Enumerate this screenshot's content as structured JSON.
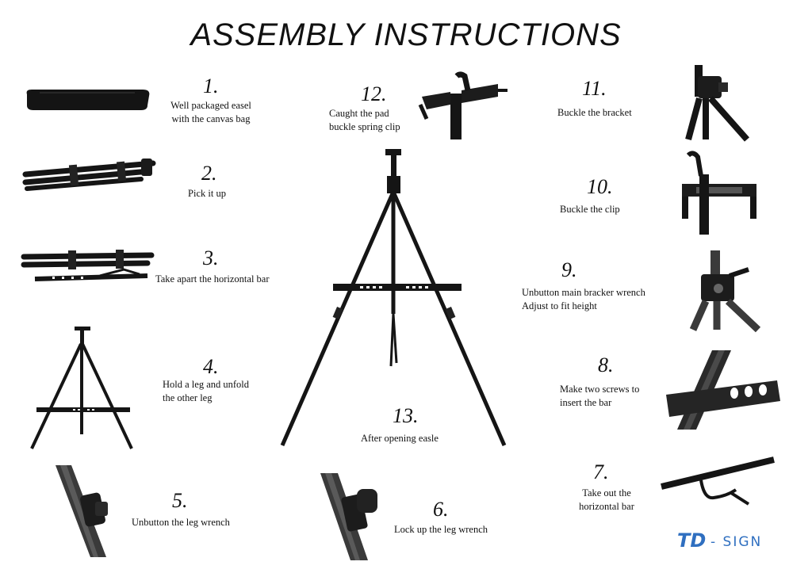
{
  "header": {
    "title": "ASSEMBLY INSTRUCTIONS"
  },
  "steps": [
    {
      "number": "1.",
      "lines": [
        "Well packaged easel",
        "with the canvas bag"
      ]
    },
    {
      "number": "2.",
      "lines": [
        "Pick it up"
      ]
    },
    {
      "number": "3.",
      "lines": [
        "Take apart the horizontal bar"
      ]
    },
    {
      "number": "4.",
      "lines": [
        "Hold a leg and unfold",
        "the other leg"
      ]
    },
    {
      "number": "5.",
      "lines": [
        "Unbutton the leg wrench"
      ]
    },
    {
      "number": "6.",
      "lines": [
        "Lock up the leg wrench"
      ]
    },
    {
      "number": "7.",
      "lines": [
        "Take out the",
        "horizontal bar"
      ]
    },
    {
      "number": "8.",
      "lines": [
        "Make two screws to",
        "insert the bar"
      ]
    },
    {
      "number": "9.",
      "lines": [
        "Unbutton main bracker wrench",
        "Adjust to fit height"
      ]
    },
    {
      "number": "10.",
      "lines": [
        "Buckle the clip"
      ]
    },
    {
      "number": "11.",
      "lines": [
        "Buckle the bracket"
      ]
    },
    {
      "number": "12.",
      "lines": [
        "Caught the pad",
        "buckle spring clip"
      ]
    },
    {
      "number": "13.",
      "lines": [
        "After opening easle"
      ]
    }
  ],
  "brand": {
    "mark": "TD",
    "word": "- SIGN",
    "color": "#2f6fc0"
  },
  "colors": {
    "text": "#111111",
    "easel": "#151515",
    "background": "#ffffff"
  }
}
